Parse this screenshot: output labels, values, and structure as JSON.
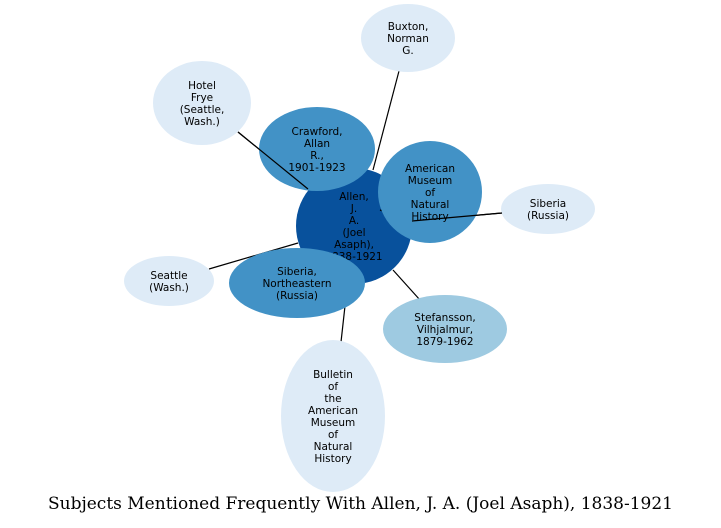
{
  "diagram": {
    "caption": "Subjects Mentioned Frequently With Allen, J. A. (Joel Asaph), 1838-1921",
    "colors": {
      "center": "#08519c",
      "dark": "#4292c6",
      "mid": "#9ecae1",
      "light": "#deebf7",
      "edge": "#000000",
      "text_dark": "#000000",
      "text_light": "#000000"
    },
    "nodes": [
      {
        "id": "allen",
        "label": [
          "Allen,",
          "J.",
          "A.",
          "(Joel",
          "Asaph),",
          "1838-1921"
        ],
        "tone": "center"
      },
      {
        "id": "buxton",
        "label": [
          "Buxton,",
          "Norman",
          "G."
        ],
        "tone": "light"
      },
      {
        "id": "hotel-frye",
        "label": [
          "Hotel",
          "Frye",
          "(Seattle,",
          "Wash.)"
        ],
        "tone": "light"
      },
      {
        "id": "crawford",
        "label": [
          "Crawford,",
          "Allan",
          "R.,",
          "1901-1923"
        ],
        "tone": "dark"
      },
      {
        "id": "amnh",
        "label": [
          "American",
          "Museum",
          "of",
          "Natural",
          "History"
        ],
        "tone": "dark"
      },
      {
        "id": "siberia",
        "label": [
          "Siberia",
          "(Russia)"
        ],
        "tone": "light"
      },
      {
        "id": "seattle",
        "label": [
          "Seattle",
          "(Wash.)"
        ],
        "tone": "light"
      },
      {
        "id": "siberia-ne",
        "label": [
          "Siberia,",
          "Northeastern",
          "(Russia)"
        ],
        "tone": "dark"
      },
      {
        "id": "stefansson",
        "label": [
          "Stefansson,",
          "Vilhjalmur,",
          "1879-1962"
        ],
        "tone": "mid"
      },
      {
        "id": "bulletin",
        "label": [
          "Bulletin",
          "of",
          "the",
          "American",
          "Museum",
          "of",
          "Natural",
          "History"
        ],
        "tone": "light"
      }
    ],
    "edges": [
      [
        "allen",
        "buxton"
      ],
      [
        "allen",
        "hotel-frye"
      ],
      [
        "allen",
        "crawford"
      ],
      [
        "allen",
        "amnh"
      ],
      [
        "allen",
        "siberia"
      ],
      [
        "allen",
        "seattle"
      ],
      [
        "allen",
        "siberia-ne"
      ],
      [
        "allen",
        "stefansson"
      ],
      [
        "allen",
        "bulletin"
      ]
    ]
  }
}
